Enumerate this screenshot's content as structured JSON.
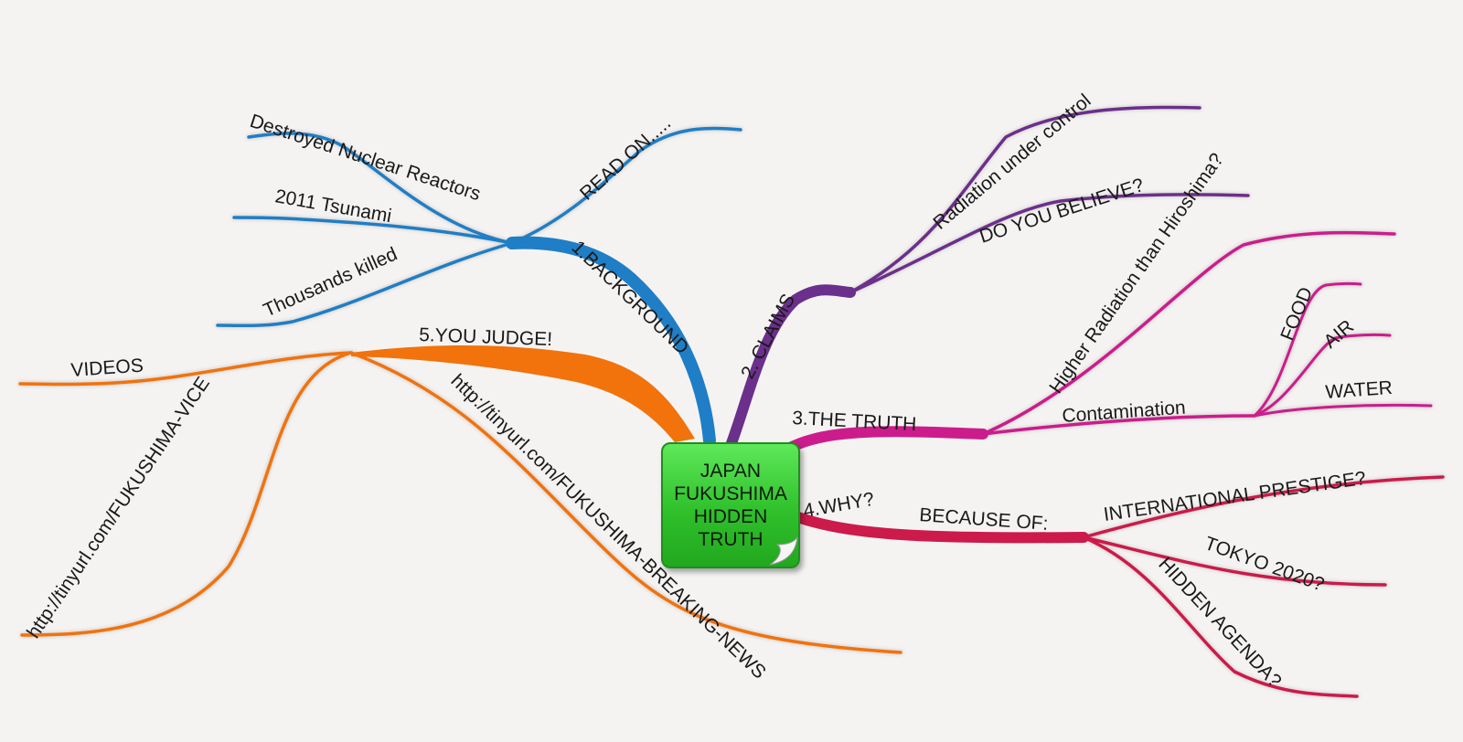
{
  "center": {
    "lines": [
      "JAPAN",
      "FUKUSHIMA",
      "HIDDEN",
      "TRUTH"
    ],
    "color": "#33c22e"
  },
  "branches": {
    "background": {
      "color": "#1f7ec6",
      "label": "1.BACKGROUND",
      "children": [
        "READ ON.....",
        "Destroyed Nuclear Reactors",
        "2011 Tsunami",
        "Thousands killed"
      ]
    },
    "claims": {
      "color": "#6b2f8c",
      "label": "2. CLAIMS",
      "children": [
        "Radiation under control",
        "DO YOU BELIEVE?"
      ]
    },
    "truth": {
      "color": "#cc1c8c",
      "label": "3.THE TRUTH",
      "children": [
        "Higher Radiation than Hiroshima?",
        "Contamination"
      ],
      "contamination_children": [
        "FOOD",
        "AIR",
        "WATER"
      ]
    },
    "why": {
      "color": "#cc1a4a",
      "label": "4.WHY?",
      "child": "BECAUSE OF:",
      "because_children": [
        "INTERNATIONAL PRESTIGE?",
        "TOKYO 2020?",
        "HIDDEN AGENDA?"
      ]
    },
    "judge": {
      "color": "#f2720c",
      "label": "5.YOU JUDGE!",
      "children": [
        "VIDEOS",
        "http://tinyurl.com/FUKUSHIMA-VICE",
        "http://tinyurl.com/FUKUSHIMA-BREAKING-NEWS"
      ]
    }
  }
}
